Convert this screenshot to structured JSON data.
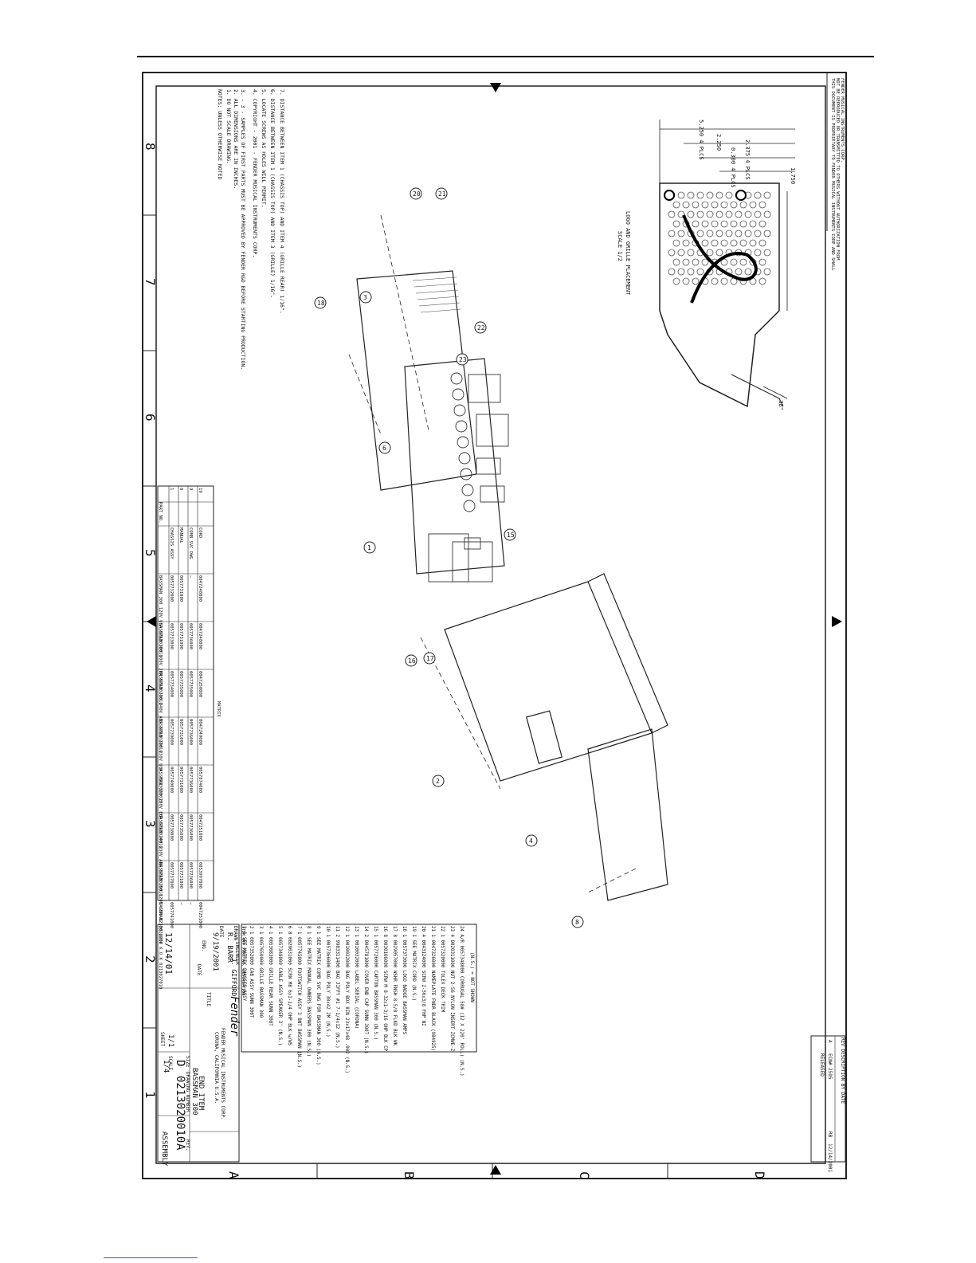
{
  "sheet": {
    "top_note": [
      "THIS DOCUMENT IS PROPRIETARY TO FENDER MUSICAL INSTRUMENTS CORP AND SHALL",
      "NOT BE REPRODUCED OR TRANSMITTED TO OTHERS WITHOUT AUTHORIZATION FROM",
      "FENDER MUSICAL INSTRUMENTS CORP."
    ],
    "zone_numbers": [
      "8",
      "7",
      "6",
      "5",
      "4",
      "3",
      "2",
      "1"
    ],
    "zone_letters": [
      "A",
      "B",
      "C",
      "D"
    ]
  },
  "notes": {
    "header": "NOTES: UNLESS OTHERWISE NOTED",
    "lines": [
      "1. DO NOT SCALE DRAWING.",
      "2. ALL DIMENSIONS ARE IN INCHES.",
      "3. - 3 - SAMPLES OF FIRST PARTS MUST BE APPROVED BY FENDER R&D BEFORE STARTING PRODUCTION.",
      "4. COPYRIGHT - 2001 - FENDER MUSICAL INSTRUMENTS CORP.",
      "5. LOCATE SCREWS AS HOLES WILL PERMIT.",
      "6. DISTANCE BETWEEN ITEM 1 (CHASSIS TOP) AND ITEM 3 (GRILLE) 1/16\".",
      "7. DISTANCE BETWEEN ITEM 1 (CHASSIS TOP) AND ITEM 4 (GRILLE REAR) 1/16\"."
    ]
  },
  "logo_detail": {
    "dims": [
      "1.750",
      "2.375 4 PLCS",
      "0.300 4 PLCS",
      "2.250",
      "5.250 4 PLCS",
      ".38\""
    ],
    "caption": "LOGO AND GRILLE PLACEMENT",
    "scale": "SCALE 1/2"
  },
  "balloons": [
    "21",
    "20",
    "3",
    "22",
    "23",
    "18",
    "6",
    "1",
    "15",
    "17",
    "16",
    "2",
    "4",
    "8"
  ],
  "matrix": {
    "title": "MATRIX",
    "header_col": [
      "PART NO.",
      "CHASSIS ASSY",
      "MANUAL",
      "COMB SVC DWG",
      "CORD"
    ],
    "item_col": [
      "",
      "1",
      "8",
      "9",
      "19"
    ],
    "columns": [
      {
        "end_item": "BASSMAN 300 120V USA 0213020010",
        "rows": [
          "0057732000",
          "0057731000",
          "—",
          "0047248000"
        ]
      },
      {
        "end_item": "BASSMAN 300 100V JPN 0213021010",
        "rows": [
          "0057733000",
          "0057731000",
          "0057736000",
          "0047248000"
        ]
      },
      {
        "end_item": "BASSMAN 300 240V AUS 0213022010",
        "rows": [
          "0057734000",
          "0057735000",
          "0057735000",
          "0047250000"
        ]
      },
      {
        "end_item": "BASSMAN 300 230V U.K. 0213023010",
        "rows": [
          "0057739000",
          "0057731000",
          "0057736000",
          "0047249000"
        ]
      },
      {
        "end_item": "BASSMAN 300 230V EUR 0213024010",
        "rows": [
          "0057740000",
          "0057731000",
          "0057736000",
          "0057874000"
        ]
      },
      {
        "end_item": "BASSMAN 300 230V ARG 0213025010",
        "rows": [
          "0057738000",
          "0057735000",
          "0057736000",
          "0047251000"
        ]
      },
      {
        "end_item": "BASSMAN 300 120V CHN 0213026010",
        "rows": [
          "0057737000",
          "0057731000",
          "0057736000",
          "0053997000"
        ]
      },
      {
        "end_item": "BASSMAN 300 220V K.O.K 0213027010",
        "rows": [
          "0057741000",
          "—",
          "—",
          "0047251000"
        ]
      }
    ]
  },
  "bom": {
    "ns_note": "(N.S.) = NOT SHOWN",
    "header": [
      "ITEM",
      "QTY",
      "PART NO.",
      "DESCRIPTION"
    ],
    "rows": [
      [
        "24",
        "A/R",
        "0057348000",
        "CORRUGAL 58# (12 X 220' ROLL) (N.S.)"
      ],
      [
        "23",
        "4",
        "0020311000",
        "NUT 2-56 NYLON INSERT ZCMWE-Z"
      ],
      [
        "22",
        "1",
        "0057320000",
        "TOLEX DECK TRIM"
      ],
      [
        "21",
        "1",
        "0047326000",
        "NAMEPLATE FNDR BLACK (984925)"
      ],
      [
        "20",
        "4",
        "0043124000",
        "SCRW 2-56x3/8 FHP NI"
      ],
      [
        "19",
        "1",
        "SEE MATRIX",
        "CORD (N.S.)"
      ],
      [
        "18",
        "1",
        "0057373000",
        "LOGO BADGE BASSMAN AMPS"
      ],
      [
        "17",
        "8",
        "0029057000",
        "WSHR FNSH 8-5/8 FLKD BLK WK"
      ],
      [
        "16",
        "8",
        "0030166000",
        "SCRW M 8-32x1-3/16 OHP BLK CP"
      ],
      [
        "15",
        "1",
        "0057726000",
        "CARTON BASSMAN 300 (N.S.)"
      ],
      [
        "14",
        "2",
        "0045781000",
        "COVER END CAP SUNN 300T (N.S.)"
      ],
      [
        "13",
        "1",
        "0010032000",
        "LABEL SERIAL (CORONA)"
      ],
      [
        "12",
        "1",
        "0010032000",
        "BAG POLY BOX 8IN 23x17x48 .002 (N.S.)"
      ],
      [
        "11",
        "2",
        "9903311400",
        "BAG JIFFY #1 7-1/4x12 (N.S.)"
      ],
      [
        "10",
        "1",
        "0057366000",
        "BAG POLY 30x42 2M (N.S.)"
      ],
      [
        "9",
        "1",
        "SEE MATRIX",
        "COMB SVC DWG FOR BASSMAN 300 (N.S.)"
      ],
      [
        "8",
        "1",
        "SEE MATRIX",
        "MANUAL OWNERS BASSMAN 300 (N.S.)"
      ],
      [
        "7",
        "1",
        "0057745000",
        "FOOTSWITCH ASSY 3 BNT BASSMAN (N.S.)"
      ],
      [
        "6",
        "8",
        "0029031000",
        "SCRW M8 6x1-1/4 OHP BLK w/WS"
      ],
      [
        "5",
        "1",
        "0057348000",
        "CABLE ASSY SPEAKER 3' (N.S.)"
      ],
      [
        "4",
        "1",
        "0053083000",
        "GRILLE REAR SUNN 300T"
      ],
      [
        "3",
        "1",
        "0057650000",
        "GRILLE BASSMAN 300"
      ],
      [
        "2",
        "1",
        "0057352000",
        "CAB ASSY SUNN 300T"
      ],
      [
        "1",
        "1",
        "SEE MATRIX",
        "CHASSIS ASSY"
      ]
    ]
  },
  "title_block": {
    "drawn_label": "DRAWN",
    "drawn": "R. BARR",
    "drawn_date_label": "DATE",
    "drawn_date": "9/19/2001",
    "engineer_label": "ENGINEER",
    "engineer": "J. GIFFORD",
    "eng_label": "ENG.",
    "date_label": "DATE",
    "approval_date": "12/14/01",
    "company": "FENDER MUSICAL INSTRUMENTS CORP.",
    "location": "CORONA, CALIFORNIA U.S.A.",
    "title_label": "TITLE",
    "title_1": "END ITEM",
    "title_2": "BASSMAN 300",
    "title_3": "ASSEMBLY",
    "size_label": "SIZE",
    "size": "D",
    "dwg_label": "DRAWING NUMBER",
    "dwg": "0213020010",
    "rev_label": "REV.",
    "rev": "A",
    "scale_label": "SCALE",
    "scale": "1/4",
    "sheet_label": "SHEET",
    "sheet": "1/1"
  },
  "revision": {
    "headers": [
      "REV",
      "DESCRIPTION",
      "BY",
      "DATE"
    ],
    "rev": "A",
    "desc": "RELEASED",
    "ecn": "ECN# 2595",
    "by": "RB",
    "date": "12/14/2001"
  }
}
